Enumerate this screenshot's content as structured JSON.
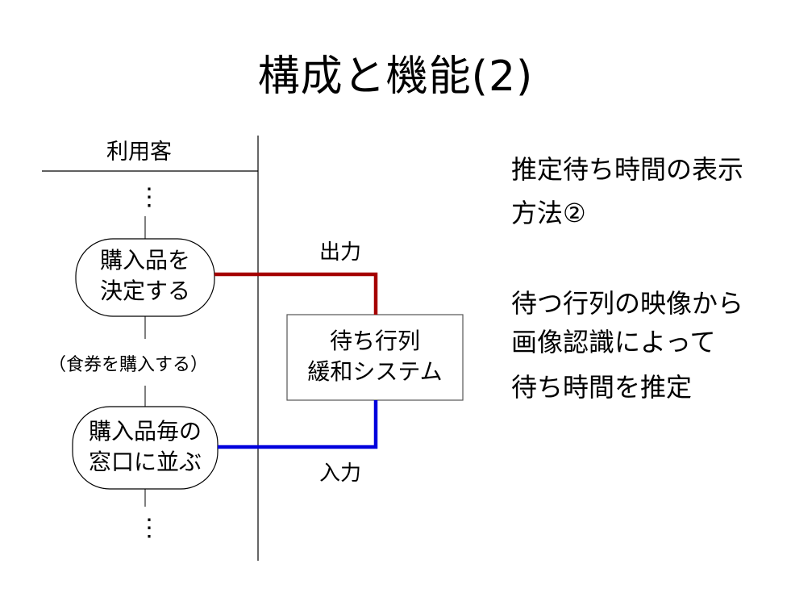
{
  "slide": {
    "title": "構成と機能(2)"
  },
  "diagram": {
    "lane_header": "利用客",
    "node_decide_line1": "購入品を",
    "node_decide_line2": "決定する",
    "buy_ticket_label": "（食券を購入する）",
    "node_queue_line1": "購入品毎の",
    "node_queue_line2": "窓口に並ぶ",
    "system_line1": "待ち行列",
    "system_line2": "緩和システム",
    "output_label": "出力",
    "input_label": "入力",
    "ellipsis": "⋮",
    "colors": {
      "output_line": "#a50000",
      "input_line": "#0000dd",
      "border": "#000000",
      "box_border": "#555555"
    }
  },
  "text": {
    "heading_line1": "推定待ち時間の表示",
    "heading_line2": "方法②",
    "desc_line1": "待つ行列の映像から",
    "desc_line2": "画像認識によって",
    "desc_line3": "待ち時間を推定"
  }
}
